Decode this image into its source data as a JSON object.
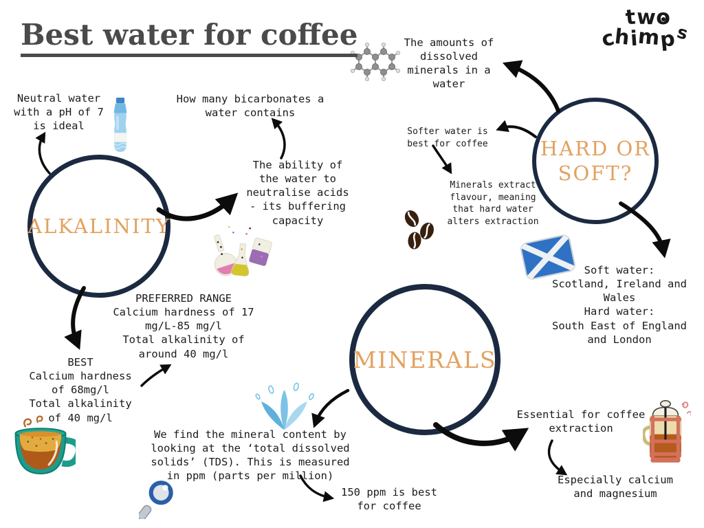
{
  "title": "Best water for coffee",
  "logo": {
    "word1": "two",
    "word2": "chimps"
  },
  "colors": {
    "circle_border": "#1b2a41",
    "accent_orange": "#e2a15f",
    "title_gray": "#4a4a4a",
    "arrow_black": "#0c0c0c",
    "flag_blue": "#2f72c5",
    "mug_teal": "#1d9c8c",
    "splash_blue": "#7cc2e6"
  },
  "circles": {
    "alkalinity": {
      "label": "ALKALINITY"
    },
    "hard_or_soft": {
      "label": "HARD OR\nSOFT?"
    },
    "minerals": {
      "label": "MINERALS"
    }
  },
  "notes": {
    "neutral_water": "Neutral water\nwith a pH of 7\nis ideal",
    "bicarbonates": "How many bicarbonates a\nwater contains",
    "buffering": "The ability of\nthe water to\nneutralise acids\n- its buffering\ncapacity",
    "amounts": "The amounts of\ndissolved\nminerals in a\nwater",
    "softer_water": "Softer water is\nbest for coffee",
    "minerals_extract": "Minerals extract\nflavour, meaning\nthat hard water\nalters extraction",
    "regions": "Soft water:\nScotland, Ireland and\nWales\nHard water:\nSouth East of England\nand London",
    "preferred_range": "PREFERRED RANGE\nCalcium hardness of 17\nmg/L-85 mg/l\nTotal alkalinity of\naround 40 mg/l",
    "best": "BEST\nCalcium hardness\nof 68mg/l\nTotal alkalinity\nof 40 mg/l",
    "tds": "We find the mineral content by\nlooking at the ‘total dissolved\nsolids’ (TDS). This is measured\nin ppm (parts per million)",
    "ppm": "150 ppm is best\nfor coffee",
    "essential": "Essential for coffee\nextraction",
    "especially": "Especially calcium\nand magnesium"
  },
  "icons": [
    "water-bottle-icon",
    "molecule-icon",
    "flasks-icon",
    "coffee-beans-icon",
    "scotland-flag-icon",
    "coffee-mug-icon",
    "water-splash-icon",
    "magnifier-icon",
    "french-press-icon"
  ]
}
